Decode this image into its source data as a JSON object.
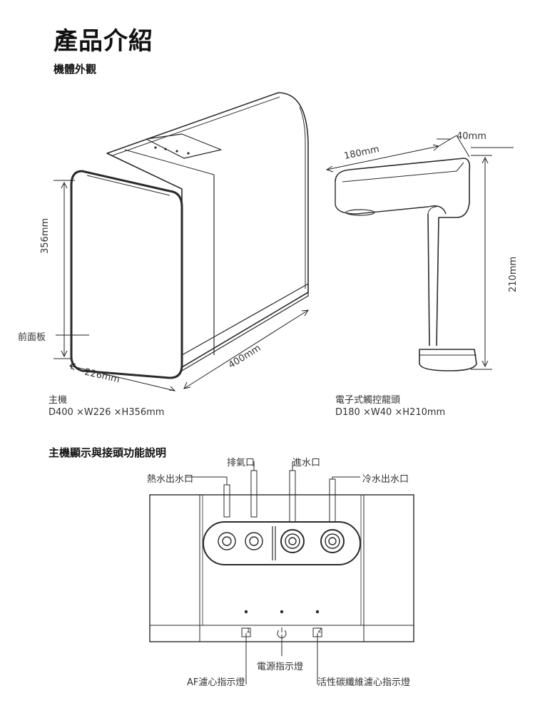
{
  "header": {
    "title": "產品介紹",
    "section1": "機體外觀",
    "section2": "主機顯示與接頭功能說明"
  },
  "main_unit": {
    "name": "主機",
    "dims": "D400 ×W226 ×H356mm",
    "height_label": "356mm",
    "width_label": "226mm",
    "depth_label": "400mm",
    "front_panel_label": "前面板"
  },
  "faucet": {
    "name": "電子式觸控龍頭",
    "dims": "D180 ×W40 ×H210mm",
    "length_label": "180mm",
    "width_label": "40mm",
    "height_label": "210mm"
  },
  "ports": {
    "exhaust": "排氣口",
    "inlet": "進水口",
    "hot_outlet": "熱水出水口",
    "cold_outlet": "冷水出水口"
  },
  "indicators": {
    "power": "電源指示燈",
    "af_filter": "AF濾心指示燈",
    "carbon_filter": "活性碳纖維濾心指示燈",
    "icon1": "1",
    "icon2": "2"
  }
}
